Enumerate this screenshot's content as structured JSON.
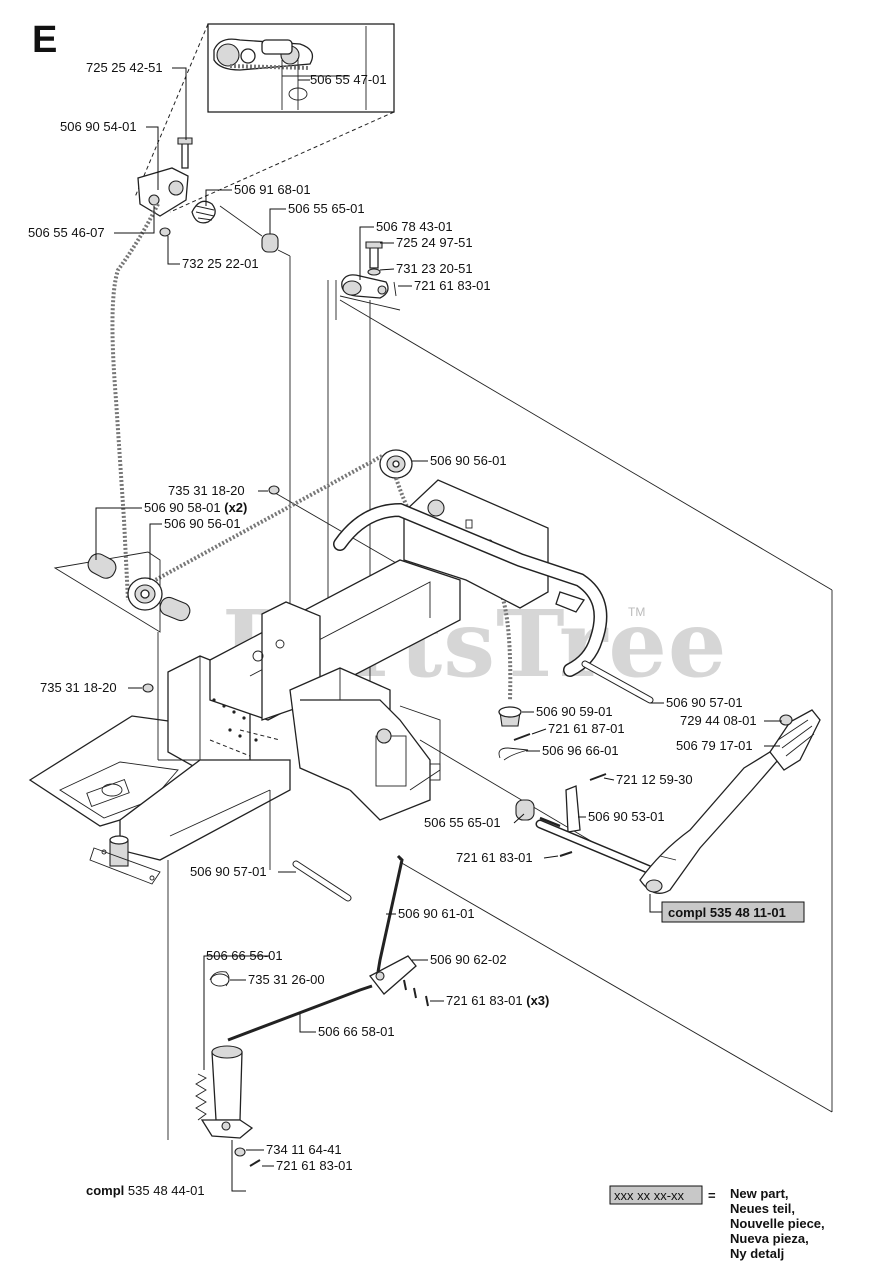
{
  "section_letter": "E",
  "watermark": "PartsTree",
  "watermark_tm": "TM",
  "labels": {
    "p725254251": "725 25 42-51",
    "p506555470": "506 55 47-01",
    "p506905401": "506 90 54-01",
    "p506916801": "506 91 68-01",
    "p506556501a": "506 55 65-01",
    "p506554607": "506 55 46-07",
    "p732252201": "732 25 22-01",
    "p506784301": "506 78 43-01",
    "p725249751": "725 24 97-51",
    "p731232051": "731 23 20-51",
    "p721618301a": "721 61 83-01",
    "p506905601a": "506 90 56-01",
    "p735311820a": "735 31 18-20",
    "p506905801": "506 90 58-01",
    "p506905801_qty": "(x2)",
    "p506905601b": "506 90 56-01",
    "p735311820b": "735 31 18-20",
    "p506905701a": "506 90 57-01",
    "p729440801": "729 44 08-01",
    "p506791701": "506 79 17-01",
    "p506905901": "506 90 59-01",
    "p721618701": "721 61 87-01",
    "p506966601": "506 96 66-01",
    "p721125930": "721 12 59-30",
    "p506556501b": "506 55 65-01",
    "p506905301": "506 90 53-01",
    "p721618301b": "721 61 83-01",
    "compl1_word": "compl",
    "compl1_num": "535 48 11-01",
    "p506905701b": "506 90 57-01",
    "p506906101": "506 90 61-01",
    "p506665601": "506 66 56-01",
    "p506906202": "506 90 62-02",
    "p735312600": "735 31 26-00",
    "p721618301c": "721 61 83-01",
    "p721618301c_qty": "(x3)",
    "p506665801": "506 66 58-01",
    "p734116441": "734 11 64-41",
    "p721618301d": "721 61 83-01",
    "compl2_word": "compl",
    "compl2_num": "535 48 44-01"
  },
  "legend": {
    "swatch_text": "xxx xx xx-xx",
    "equals": "=",
    "lines": [
      "New part,",
      "Neues teil,",
      "Nouvelle piece,",
      "Nueva pieza,",
      "Ny detalj"
    ]
  },
  "colors": {
    "highlight_fill": "#c8c8c8",
    "line": "#111111"
  }
}
